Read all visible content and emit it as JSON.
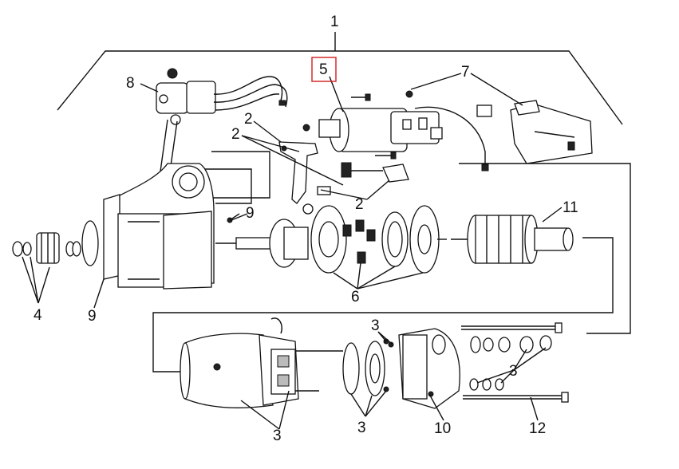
{
  "diagram": {
    "labels": {
      "l1": "1",
      "l2a": "2",
      "l2b": "2",
      "l2c": "2",
      "l3a": "3",
      "l3b": "3",
      "l3c": "3",
      "l3d": "3",
      "l4": "4",
      "l5": "5",
      "l6": "6",
      "l7": "7",
      "l8": "8",
      "l9a": "9",
      "l9b": "9",
      "l10": "10",
      "l11": "11",
      "l12": "12"
    },
    "highlight_color": "#d62b2b"
  }
}
